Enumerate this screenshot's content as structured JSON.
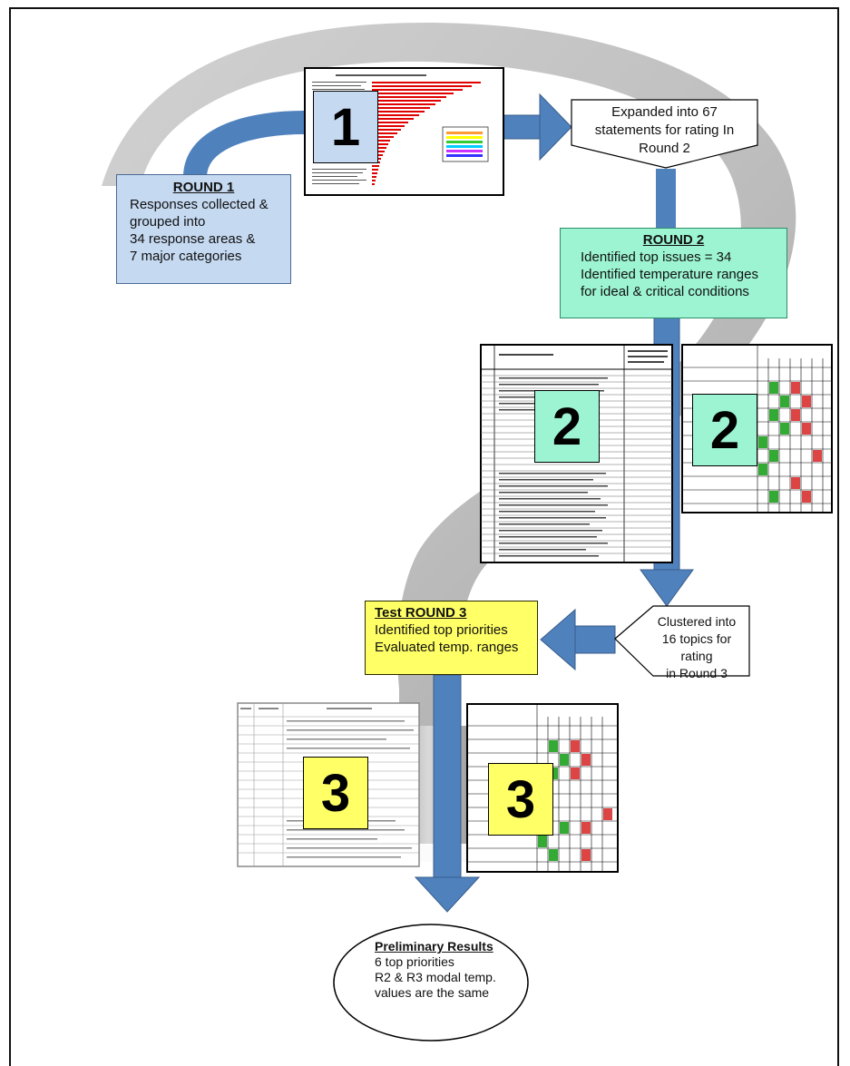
{
  "round1": {
    "heading": "ROUND 1",
    "lines": [
      "Responses collected &",
      "grouped into",
      "34 response areas &",
      "7 major categories"
    ],
    "color": "#c5d9f1"
  },
  "expanded_callout": {
    "lines": [
      "Expanded into 67",
      "statements for rating In",
      "Round 2"
    ]
  },
  "round2": {
    "heading": "ROUND 2",
    "lines": [
      "Identified top issues = 34",
      "Identified temperature ranges",
      "for ideal & critical conditions"
    ],
    "color": "#9cf4d2"
  },
  "clustered_callout": {
    "lines": [
      "Clustered into",
      "16 topics for rating",
      "in Round 3"
    ]
  },
  "round3": {
    "heading": "Test ROUND 3",
    "lines": [
      "Identified top priorities",
      "Evaluated temp. ranges"
    ],
    "color": "#ffff66"
  },
  "results": {
    "heading": "Preliminary Results",
    "lines": [
      "6 top priorities",
      "R2 & R3 modal temp.",
      "values are the same"
    ]
  },
  "numbers": {
    "one": "1",
    "two": "2",
    "three": "3"
  },
  "colors": {
    "arrow": "#4f81bd",
    "swirl": "#b3b3b3",
    "round1": "#c5d9f1",
    "round2": "#9cf4d2",
    "round3": "#ffff66"
  },
  "icons": [
    "arrow-right-icon",
    "arrow-down-icon",
    "arrow-left-icon",
    "callout-down-arrow-icon",
    "callout-left-arrow-icon"
  ]
}
